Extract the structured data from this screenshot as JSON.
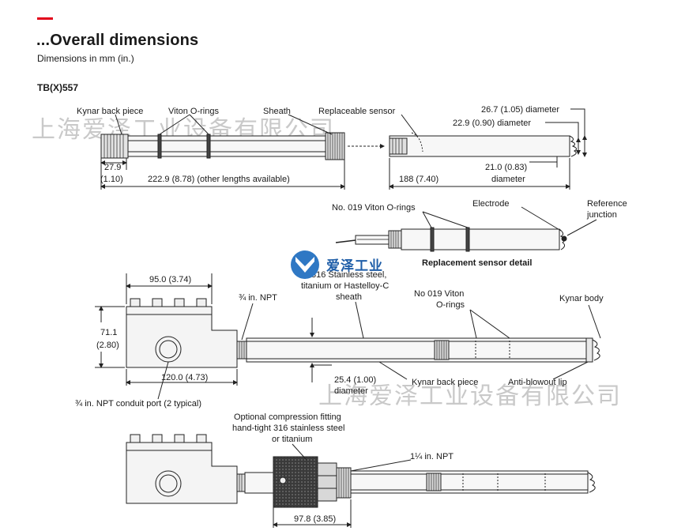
{
  "header": {
    "title": "...Overall dimensions",
    "subtitle": "Dimensions in mm (in.)",
    "model": "TB(X)557"
  },
  "watermark": {
    "text": "上海爱泽工业设备有限公司",
    "logo_text": "爱泽工业"
  },
  "fig1": {
    "kynar_back_piece": "Kynar back piece",
    "viton_orings": "Viton O-rings",
    "sheath": "Sheath",
    "replaceable_sensor": "Replaceable sensor",
    "dia_outer": "26.7 (1.05) diameter",
    "dia_inner": "22.9 (0.90) diameter",
    "dim_279": "27.9",
    "dim_110": "(1.10)",
    "dim_length": "222.9 (8.78) (other lengths available)",
    "dim_188": "188 (7.40)",
    "dim_210": "21.0 (0.83)",
    "dim_210_word": "diameter"
  },
  "fig2": {
    "orings": "No. 019 Viton O-rings",
    "electrode": "Electrode",
    "reference_l1": "Reference",
    "reference_l2": "junction",
    "caption": "Replacement sensor detail"
  },
  "fig3": {
    "dim_950": "95.0 (3.74)",
    "npt": "¾ in. NPT",
    "sheath_l1": "316 Stainless steel,",
    "sheath_l2": "titanium or Hastelloy-C",
    "sheath_l3": "sheath",
    "orings_l1": "No 019 Viton",
    "orings_l2": "O-rings",
    "kynar_body": "Kynar body",
    "dim_711": "71.1",
    "dim_280": "(2.80)",
    "dim_1200": "120.0 (4.73)",
    "dim_254": "25.4 (1.00)",
    "dim_254_word": "diameter",
    "kynar_back_piece": "Kynar back piece",
    "anti_blowout": "Anti-blowout lip",
    "conduit": "¾ in. NPT conduit port (2 typical)"
  },
  "fig4": {
    "fitting_l1": "Optional compression fitting",
    "fitting_l2": "hand-tight 316 stainless steel",
    "fitting_l3": "or titanium",
    "npt": "1¼ in. NPT",
    "dim_978": "97.8 (3.85)"
  }
}
